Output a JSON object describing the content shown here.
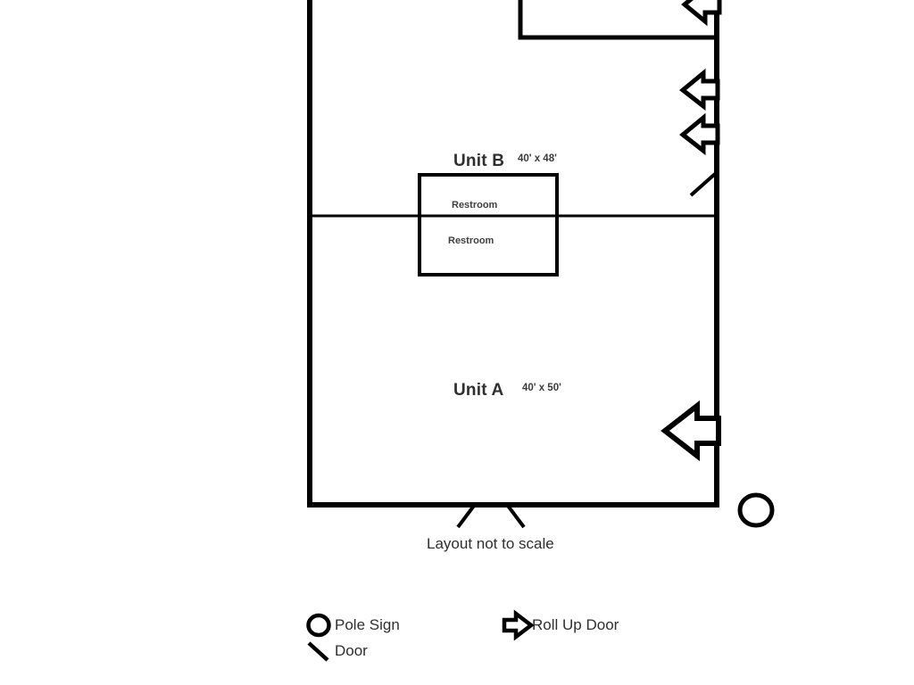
{
  "diagram": {
    "title_note": "Layout not to scale",
    "units": [
      {
        "name": "Unit B",
        "dimensions": "40' x 48'",
        "rooms": [
          {
            "label": "Restroom"
          }
        ]
      },
      {
        "name": "Unit A",
        "dimensions": "40' x 50'",
        "rooms": [
          {
            "label": "Restroom"
          }
        ]
      }
    ],
    "rooms_in_divider_block": [
      {
        "label": "Restroom"
      },
      {
        "label": "Restroom"
      }
    ]
  },
  "legend": {
    "items": [
      {
        "icon": "pole-sign-icon",
        "label": "Pole Sign"
      },
      {
        "icon": "door-icon",
        "label": "Door"
      },
      {
        "icon": "roll-up-door-icon",
        "label": "Roll Up Door"
      }
    ]
  },
  "colors": {
    "wall": "#000000",
    "text": "#333333",
    "background": "#ffffff"
  }
}
